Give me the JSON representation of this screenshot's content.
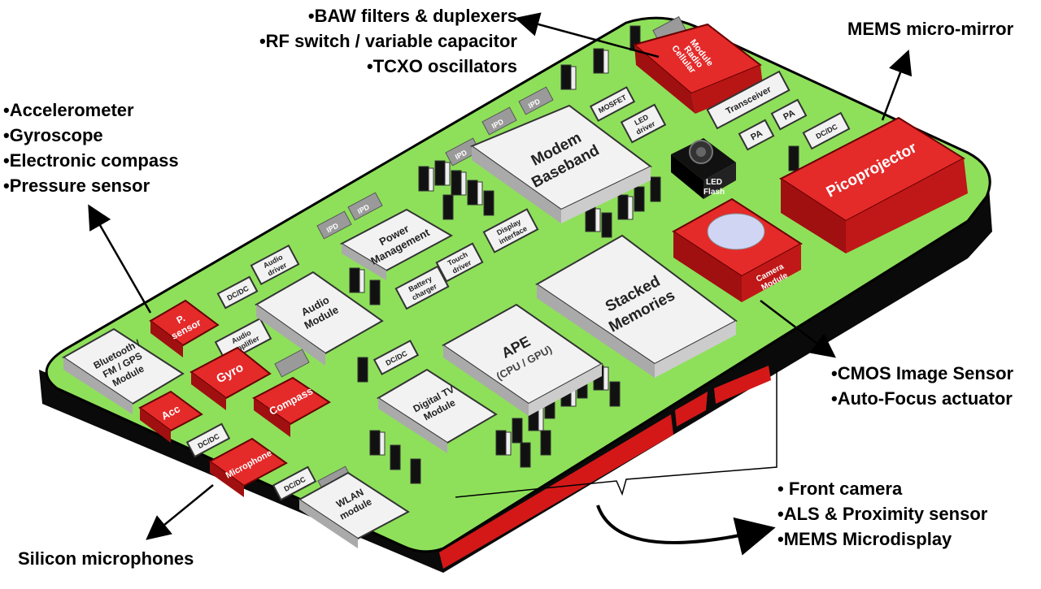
{
  "annotations": {
    "rf": [
      "•BAW filters & duplexers",
      "•RF switch / variable capacitor",
      "•TCXO oscillators"
    ],
    "mems_mirror": "MEMS micro-mirror",
    "sensors": [
      "•Accelerometer",
      "•Gyroscope",
      "•Electronic compass",
      "•Pressure sensor"
    ],
    "cmos": [
      "•CMOS Image Sensor",
      "•Auto-Focus actuator"
    ],
    "front": [
      "• Front camera",
      "•ALS & Proximity sensor",
      "•MEMS Microdisplay"
    ],
    "silicon_mic": "Silicon microphones"
  },
  "components": {
    "cellular": [
      "Cellular",
      "Radio",
      "Module"
    ],
    "ipd": "IPD",
    "mosfet": "MOSFET",
    "led_driver": [
      "LED",
      "driver"
    ],
    "transceiver": "Transceiver",
    "pa": "PA",
    "dcdc": "DC/DC",
    "picoprojector": "Picoprojector",
    "modem": [
      "Modem",
      "Baseband"
    ],
    "led_flash": [
      "LED",
      "Flash"
    ],
    "power_mgmt": [
      "Power",
      "Management"
    ],
    "display_if": [
      "Display",
      "interface"
    ],
    "audio_driver": [
      "Audio",
      "driver"
    ],
    "touch_driver": [
      "Touch",
      "driver"
    ],
    "battery_charger": [
      "Battery",
      "charger"
    ],
    "camera": [
      "Camera",
      "Module"
    ],
    "stacked": [
      "Stacked",
      "Memories"
    ],
    "audio_module": [
      "Audio",
      "Module"
    ],
    "audio_amp": [
      "Audio",
      "amplifier"
    ],
    "p_sensor": [
      "P.",
      "sensor"
    ],
    "bt_fm_gps": [
      "Bluetooth /",
      "FM / GPS",
      "Module"
    ],
    "gyro": "Gyro",
    "acc": "Acc",
    "compass": "Compass",
    "ape": [
      "APE",
      "(CPU / GPU)"
    ],
    "digital_tv": [
      "Digital TV",
      "Module"
    ],
    "microphone": "Microphone",
    "wlan": [
      "WLAN",
      "module"
    ]
  }
}
